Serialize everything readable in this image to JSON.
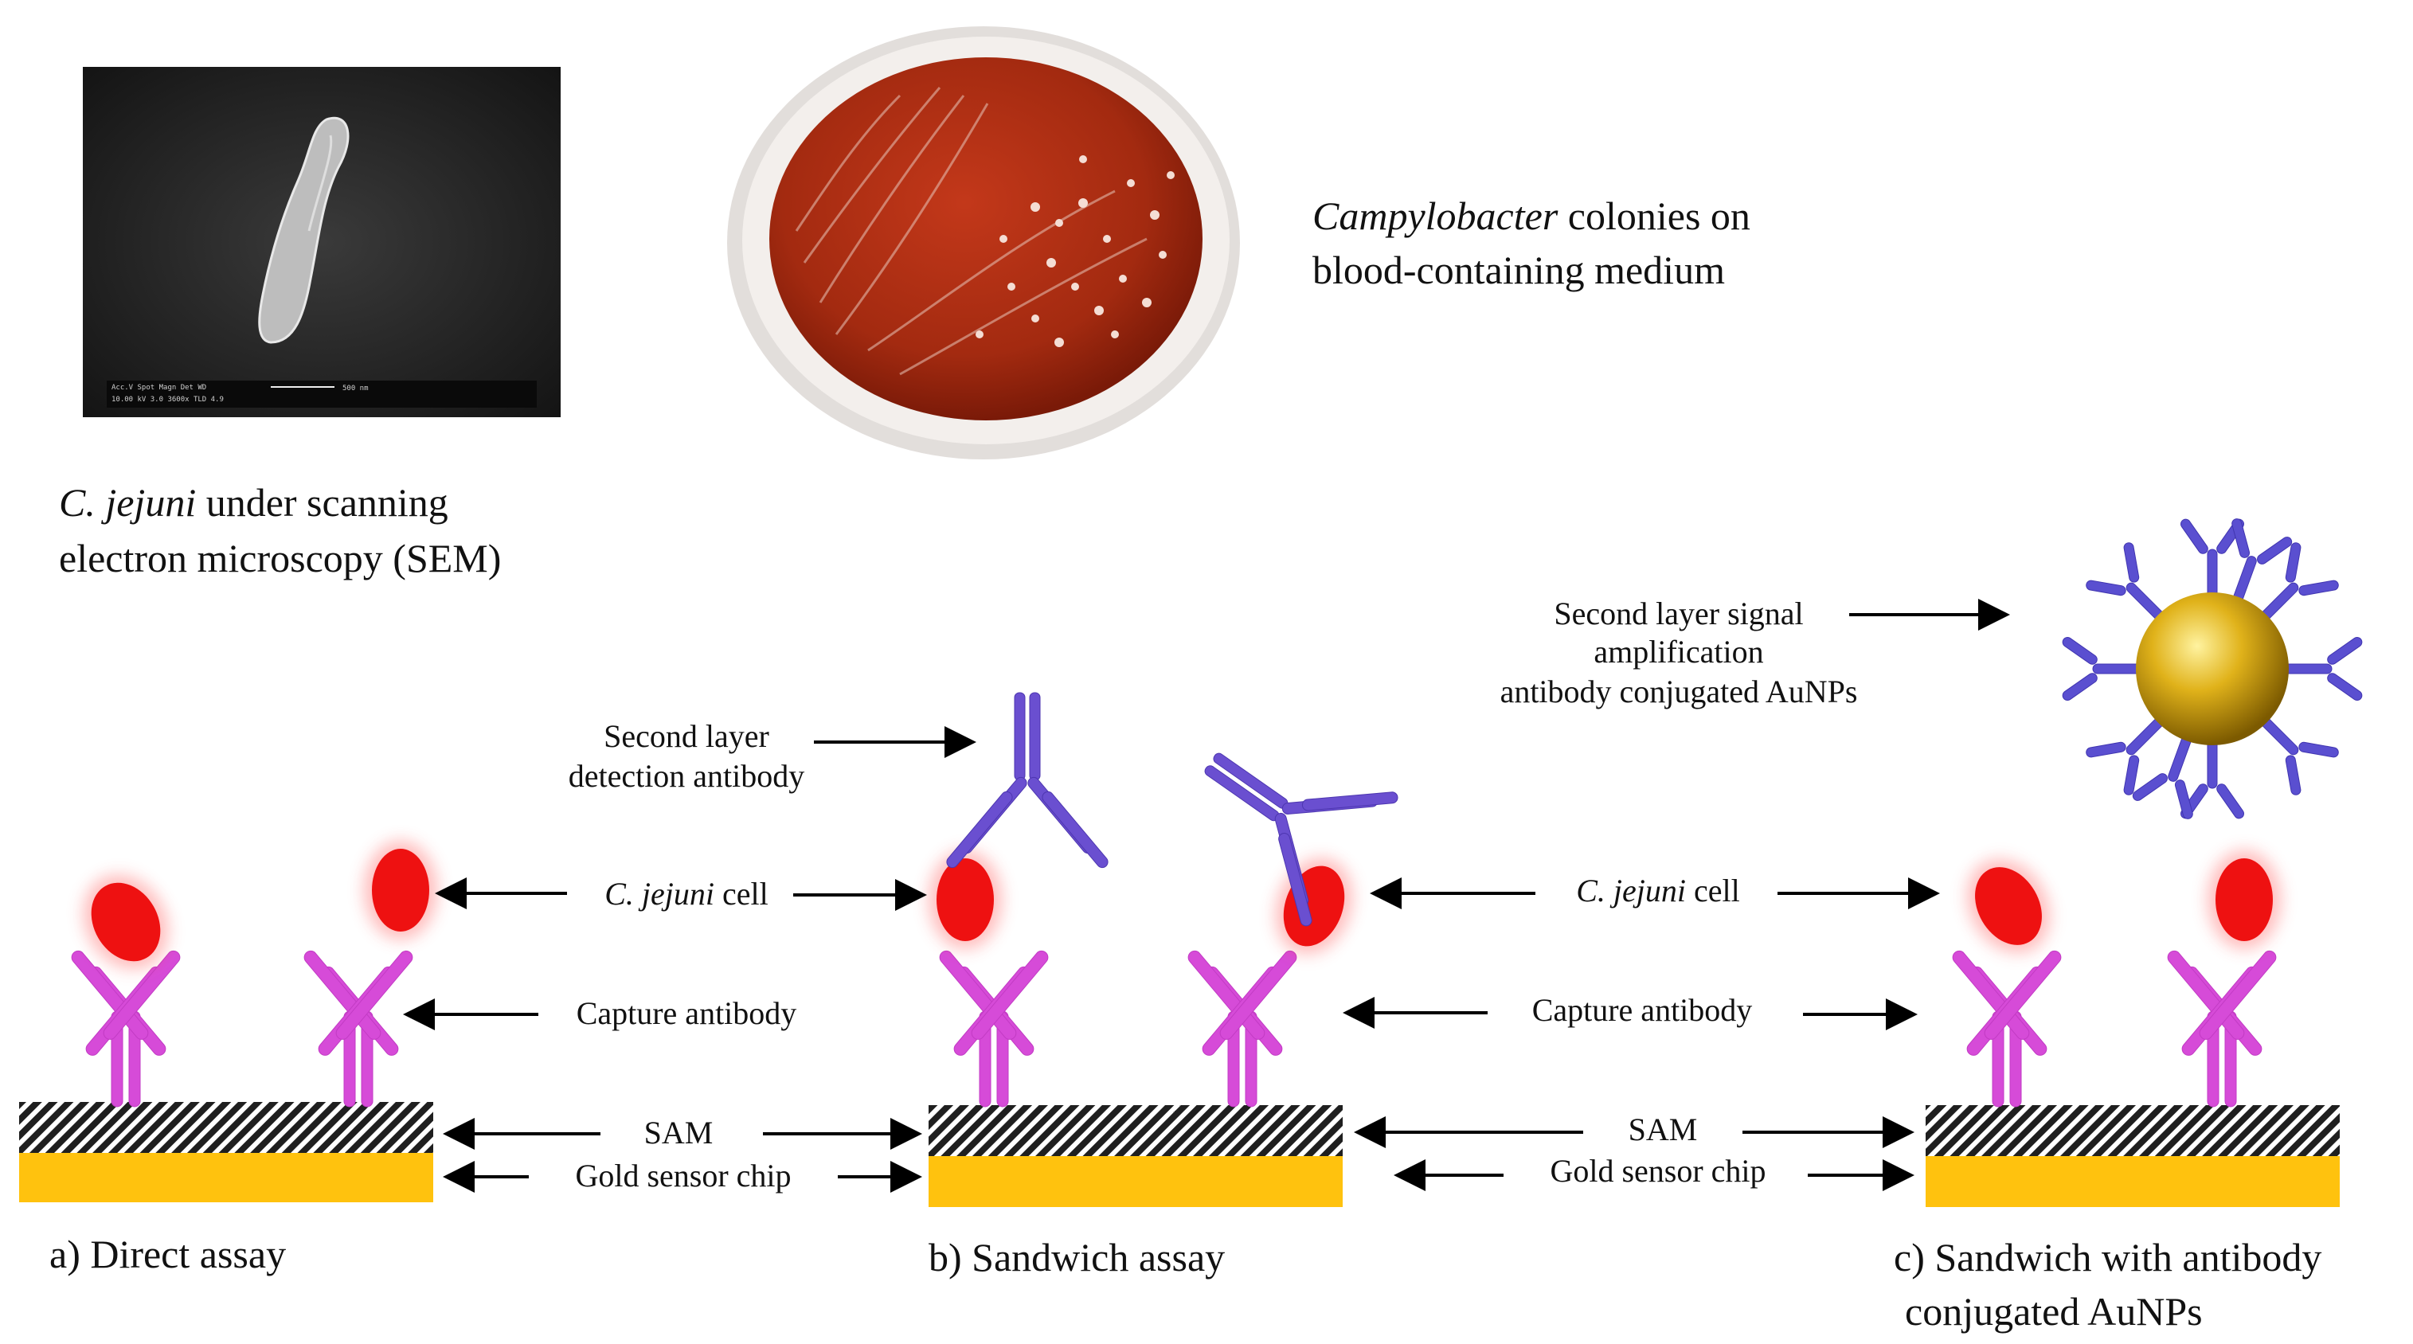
{
  "captions": {
    "sem_italic": "C. jejuni",
    "sem_rest_line1": " under scanning",
    "sem_line2": "electron microscopy (SEM)",
    "plate_italic": "Campylobacter",
    "plate_rest_line1": " colonies on",
    "plate_line2": "blood-containing medium"
  },
  "sem_scalebar": {
    "row1": "Acc.V    Spot  Magn    Det  WD",
    "row2": "10.00 kV  3.0   3600x   TLD  4.9",
    "scale": "500 nm"
  },
  "labels": {
    "second_layer_signal_line1": "Second layer signal",
    "second_layer_signal_line2": "amplification",
    "second_layer_signal_line3": "antibody conjugated AuNPs",
    "second_layer_detection_line1": "Second layer",
    "second_layer_detection_line2": "detection antibody",
    "cell_italic": "C. jejuni",
    "cell_rest": " cell",
    "capture_antibody": "Capture antibody",
    "sam": "SAM",
    "gold_chip": "Gold sensor chip"
  },
  "panels": {
    "a": "a) Direct assay",
    "b": "b) Sandwich assay",
    "c_line1": "c) Sandwich  with antibody",
    "c_line2": "conjugated AuNPs"
  },
  "colors": {
    "capture_antibody": "#d64bd8",
    "detection_antibody": "#6a4fd0",
    "cell": "#ee1111",
    "gold": "#ffc20e",
    "sam_dark": "#222222",
    "plate": "#a82a10"
  }
}
